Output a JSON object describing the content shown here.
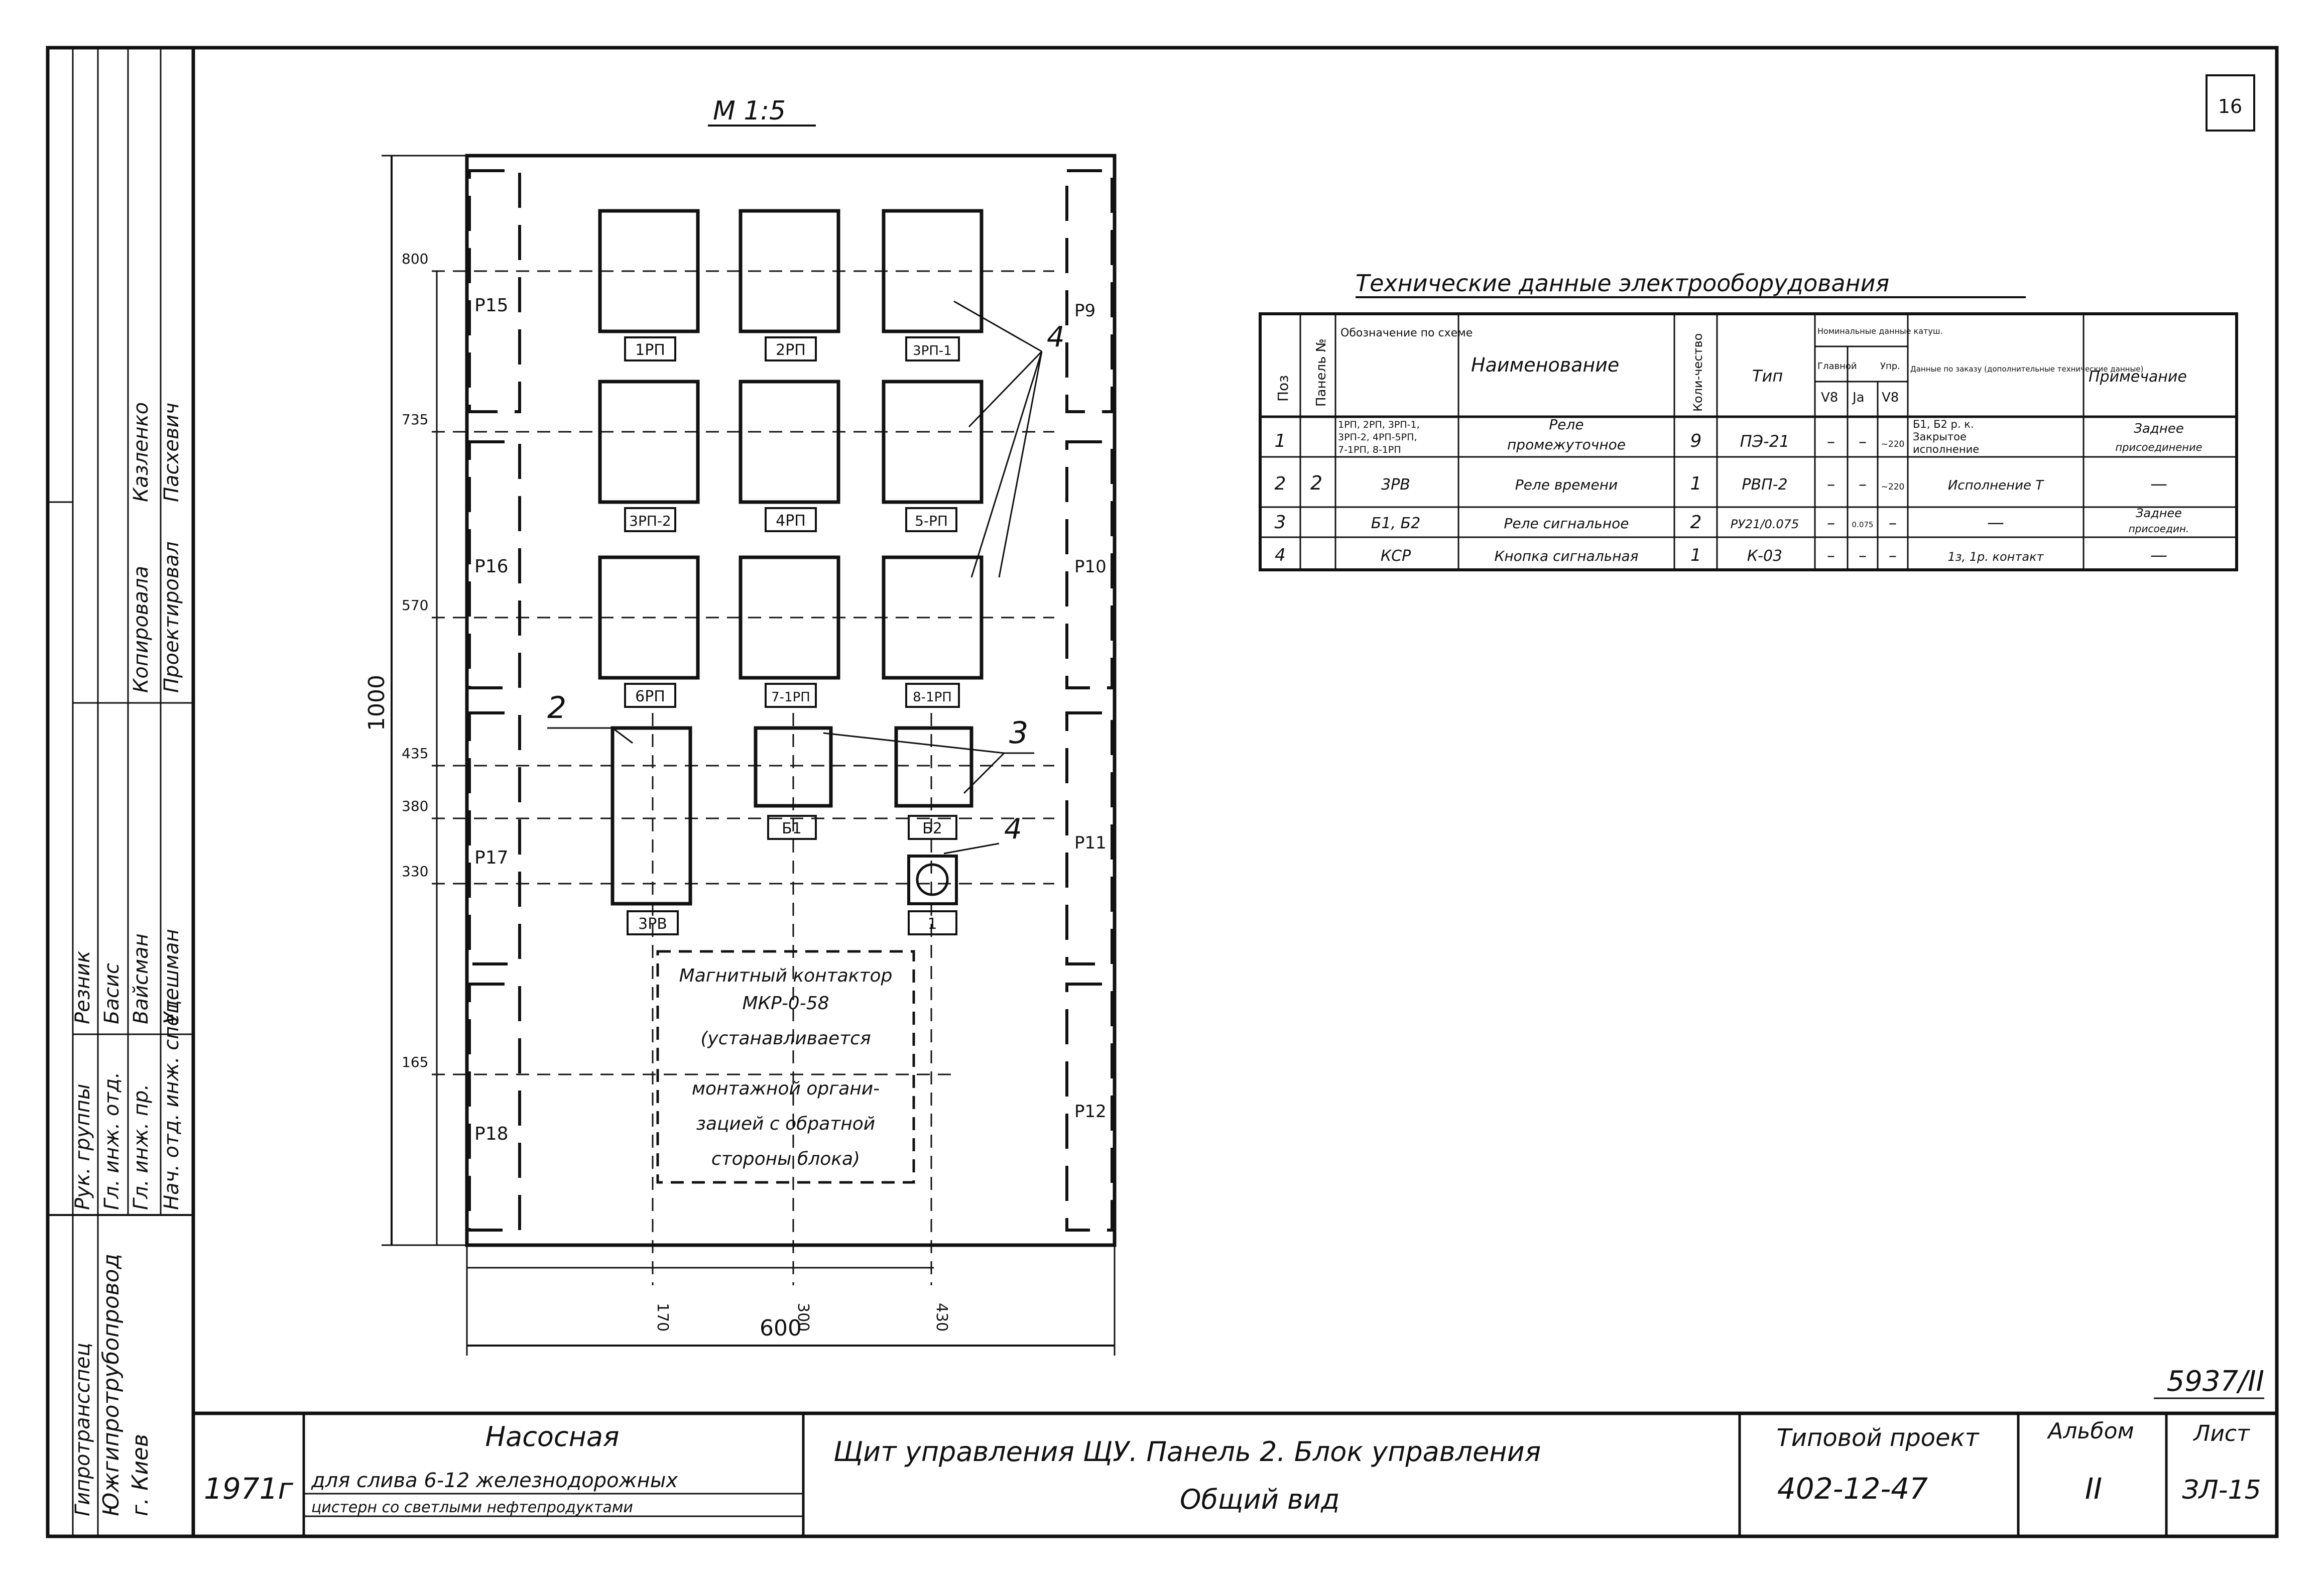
{
  "scale": "М 1:5",
  "sheet_corner": "16",
  "panel": {
    "side_labels_left": [
      "P15",
      "P16",
      "P17",
      "P18"
    ],
    "side_labels_right": [
      "P9",
      "P10",
      "P11",
      "P12"
    ],
    "height_dims": [
      "800",
      "735",
      "570",
      "435",
      "380",
      "330",
      "165"
    ],
    "overall_height": "1000",
    "bottom_dims": [
      "170",
      "300",
      "430"
    ],
    "overall_width": "600",
    "relays_row1": [
      "1РП",
      "2РП",
      "3РП-1"
    ],
    "relays_row2": [
      "3РП-2",
      "4РП",
      "5-РП"
    ],
    "relays_row3": [
      "6РП",
      "7-1РП",
      "8-1РП"
    ],
    "time_relay": "3РВ",
    "signal_relays": [
      "Б1",
      "Б2"
    ],
    "button": "1",
    "callouts": [
      "2",
      "3",
      "4",
      "4"
    ],
    "contactor_note": [
      "Магнитный контактор",
      "МКР-0-58",
      "(устанавливается",
      "монтажной органи-",
      "зацией с обратной",
      "стороны блока)"
    ]
  },
  "table": {
    "title": "Технические данные электрооборудования",
    "headers": {
      "pos": "Поз",
      "panel_no": "Панель №",
      "designation": "Обозначение по схеме",
      "name": "Наименование",
      "qty": "Коли-чество",
      "type": "Тип",
      "nominal_group": "Номинальные данные катуш.",
      "sub_main": "Главной",
      "sub_ctrl": "Упр.",
      "sub_v": "V8",
      "sub_j": "Jа",
      "sub_v2": "V8",
      "order_data": "Данные по заказу (дополнительные технические данные)",
      "note": "Примечание"
    },
    "panel_value": "2",
    "rows": [
      {
        "pos": "1",
        "designation": [
          "1РП, 2РП, 3РП-1,",
          "3РП-2, 4РП-5РП,",
          "7-1РП, 8-1РП"
        ],
        "name": [
          "Реле",
          "промежуточное"
        ],
        "qty": "9",
        "type": "ПЭ-21",
        "v_main": "–",
        "j": "–",
        "v_ctrl": "~220",
        "order": [
          "Б1, Б2 р. к.",
          "Закрытое",
          "исполнение"
        ],
        "note": [
          "Заднее",
          "присоединение"
        ]
      },
      {
        "pos": "2",
        "designation": [
          "3РВ"
        ],
        "name": [
          "Реле времени"
        ],
        "qty": "1",
        "type": "РВП-2",
        "v_main": "–",
        "j": "–",
        "v_ctrl": "~220",
        "order": [
          "Исполнение Т"
        ],
        "note": [
          "—"
        ]
      },
      {
        "pos": "3",
        "designation": [
          "Б1, Б2"
        ],
        "name": [
          "Реле сигнальное"
        ],
        "qty": "2",
        "type": "РУ21/0.075",
        "v_main": "–",
        "j": "0.075",
        "v_ctrl": "–",
        "order": [
          "—"
        ],
        "note": [
          "Заднее",
          "присоедин."
        ]
      },
      {
        "pos": "4",
        "designation": [
          "КСР"
        ],
        "name": [
          "Кнопка сигнальная"
        ],
        "qty": "1",
        "type": "К-03",
        "v_main": "–",
        "j": "–",
        "v_ctrl": "–",
        "order": [
          "1з, 1р. контакт"
        ],
        "note": [
          "—"
        ]
      }
    ]
  },
  "left_strip": {
    "roles": [
      "Нач. отд. инж. спец.",
      "Гл. инж. пр.",
      "Гл. инж. отд.",
      "Рук. группы",
      "Проектировал",
      "Копировала"
    ],
    "names": [
      "Утешман",
      "Вайсман",
      "Басис",
      "Резник",
      "Пасхевич",
      "Казленко"
    ],
    "org": [
      "Южгипротрубопровод",
      "г. Киев"
    ],
    "institute": "Гипротрансспец"
  },
  "title_block": {
    "year": "1971г",
    "object": [
      "Насосная",
      "для слива 6-12 железнодорожных",
      "цистерн со светлыми нефтепродуктами"
    ],
    "drawing": [
      "Щит управления ЩУ. Панель 2. Блок управления",
      "Общий вид"
    ],
    "project_label": "Типовой проект",
    "project_no": "402-12-47",
    "album_label": "Альбом",
    "album_no": "II",
    "sheet_label": "Лист",
    "sheet_no": "ЗЛ-15"
  },
  "archive_no": "5937/II"
}
